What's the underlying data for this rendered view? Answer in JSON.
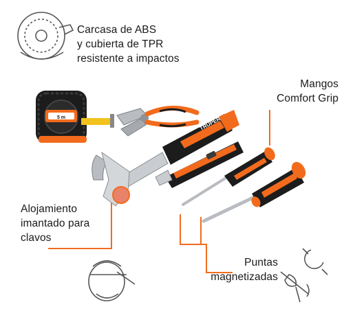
{
  "callouts": {
    "shell": {
      "lines": [
        "Carcasa de ABS",
        "y cubierta de TPR",
        "resistente a impactos"
      ]
    },
    "handles": {
      "lines": [
        "Mangos",
        "Comfort Grip"
      ]
    },
    "magnet": {
      "lines": [
        "Alojamiento",
        "imantado para",
        "clavos"
      ]
    },
    "tips": {
      "lines": [
        "Puntas",
        "magnetizadas"
      ]
    }
  },
  "brand": {
    "name": "TRUPER",
    "tape_label": "5 m"
  },
  "colors": {
    "accent": "#f26b1d",
    "dark": "#1c1c1c",
    "steel": "#b9bcc0",
    "text": "#1a1a1a",
    "icon_stroke": "#555555"
  },
  "icons": [
    "tape-shell-icon",
    "magnet-clip-icon",
    "magnetic-tip-icon"
  ]
}
